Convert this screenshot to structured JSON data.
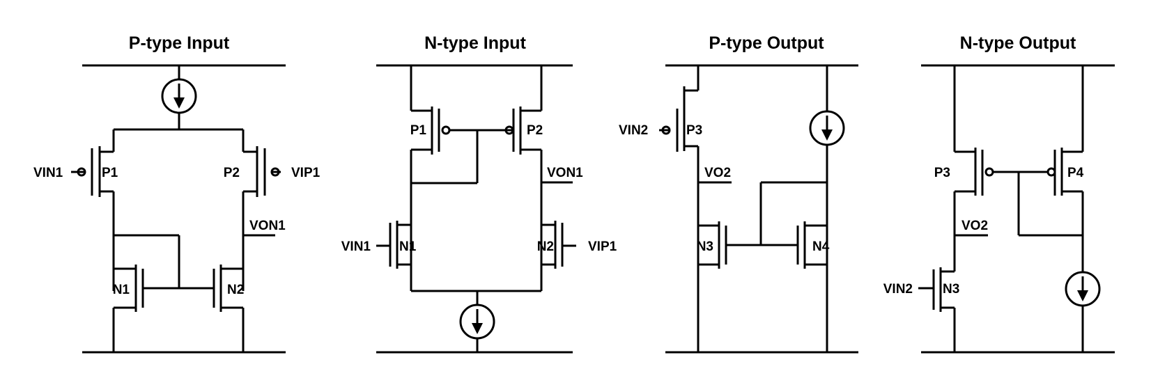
{
  "panels": [
    {
      "title": "P-type Input",
      "labels": {
        "vin": "VIN1",
        "vip": "VIP1",
        "von": "VON1",
        "p1": "P1",
        "p2": "P2",
        "n1": "N1",
        "n2": "N2"
      }
    },
    {
      "title": "N-type Input",
      "labels": {
        "vin": "VIN1",
        "vip": "VIP1",
        "von": "VON1",
        "p1": "P1",
        "p2": "P2",
        "n1": "N1",
        "n2": "N2"
      }
    },
    {
      "title": "P-type Output",
      "labels": {
        "vin": "VIN2",
        "vo": "VO2",
        "p3": "P3",
        "n3": "N3",
        "n4": "N4"
      }
    },
    {
      "title": "N-type Output",
      "labels": {
        "vin": "VIN2",
        "vo": "VO2",
        "p3": "P3",
        "p4": "P4",
        "n3": "N3"
      }
    }
  ]
}
